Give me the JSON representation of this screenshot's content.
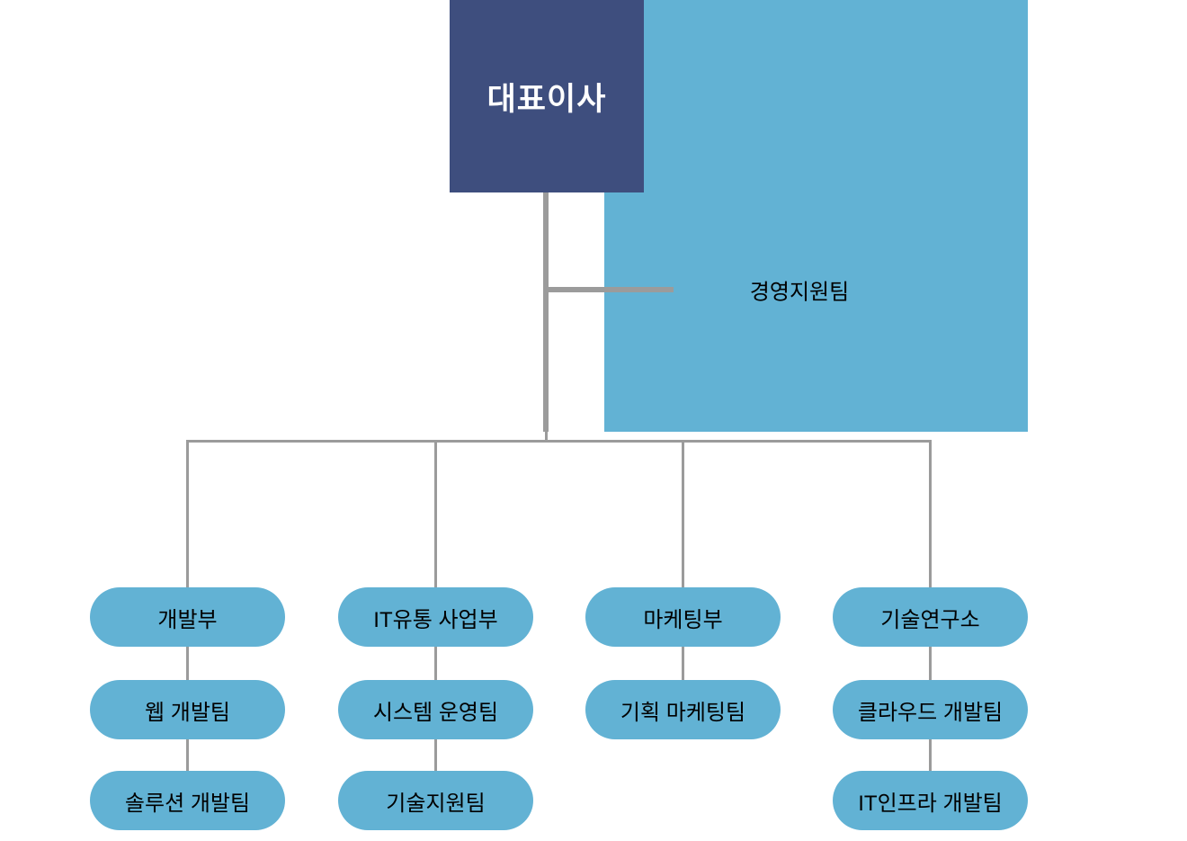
{
  "org": {
    "root": {
      "label": "대표이사"
    },
    "staff": {
      "label": "경영지원팀"
    },
    "branches": [
      {
        "label": "개발부",
        "children": {
          "0": "웹 개발팀",
          "1": "솔루션 개발팀"
        }
      },
      {
        "label": "IT유통 사업부",
        "children": {
          "0": "시스템 운영팀",
          "1": "기술지원팀"
        }
      },
      {
        "label": "마케팅부",
        "children": {
          "0": "기획 마케팅팀"
        }
      },
      {
        "label": "기술연구소",
        "children": {
          "0": "클라우드 개발팀",
          "1": "IT인프라 개발팀"
        }
      }
    ],
    "colors": {
      "root_fill": "#3e4e7e",
      "node_fill": "#62b2d4",
      "connector": "#9b9b9b",
      "root_text": "#ffffff",
      "node_text": "#000000",
      "background": "#ffffff"
    }
  }
}
